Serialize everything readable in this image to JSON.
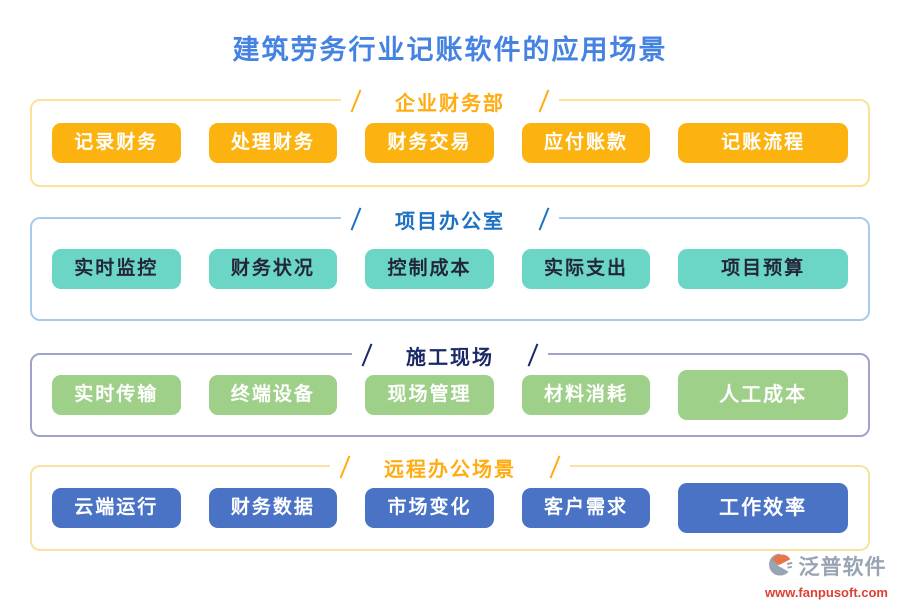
{
  "page": {
    "title": "建筑劳务行业记账软件的应用场景",
    "title_color": "#4583E2",
    "background_color": "#FFFFFF"
  },
  "sections": [
    {
      "title": "企业财务部",
      "title_color": "#FFAC12",
      "border_color": "#FAE29B",
      "button_bg": "#FCB30F",
      "button_fg": "#FFFFFF",
      "buttons": [
        "记录财务",
        "处理财务",
        "财务交易",
        "应付账款",
        "记账流程"
      ]
    },
    {
      "title": "项目办公室",
      "title_color": "#1D72C4",
      "border_color": "#A9CBEA",
      "button_bg": "#6BD6C5",
      "button_fg": "#23263A",
      "buttons": [
        "实时监控",
        "财务状况",
        "控制成本",
        "实际支出",
        "项目预算"
      ]
    },
    {
      "title": "施工现场",
      "title_color": "#1B2A66",
      "border_color": "#9FA3C9",
      "button_bg": "#9ED089",
      "button_fg": "#FFFFFF",
      "buttons": [
        "实时传输",
        "终端设备",
        "现场管理",
        "材料消耗",
        "人工成本"
      ]
    },
    {
      "title": "远程办公场景",
      "title_color": "#FFAC12",
      "border_color": "#F7E3A1",
      "button_bg": "#4A73C5",
      "button_fg": "#FFFFFF",
      "buttons": [
        "云端运行",
        "财务数据",
        "市场变化",
        "客户需求",
        "工作效率"
      ]
    }
  ],
  "footer": {
    "brand": "泛普软件",
    "url": "www.fanpusoft.com",
    "brand_color": "#98A4B4",
    "url_color": "#DD4133",
    "logo_icon": "fanpu-swoosh-icon",
    "logo_gray": "#98A5B5",
    "logo_accent": "#E8744C"
  }
}
